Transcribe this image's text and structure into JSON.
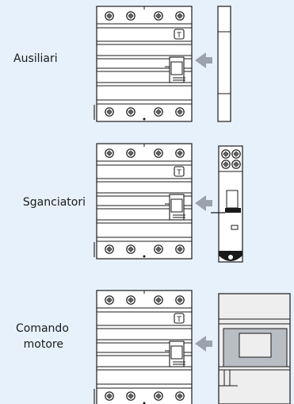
{
  "labels": {
    "ausiliari": "Ausiliari",
    "sganciatori": "Sganciatori",
    "comando_line1": "Comando",
    "comando_line2": "motore"
  },
  "colors": {
    "background": "#e6f1fc",
    "stroke": "#1a1a1a",
    "device_fill": "#ffffff",
    "arrow": "#9aa3ad",
    "motor_fill": "#eeeeee",
    "motor_bar": "#b9bec4"
  },
  "icons": {
    "arrow": "insert-arrow-icon",
    "terminal": "terminal-screw-icon",
    "test_button": "test-button-icon"
  }
}
